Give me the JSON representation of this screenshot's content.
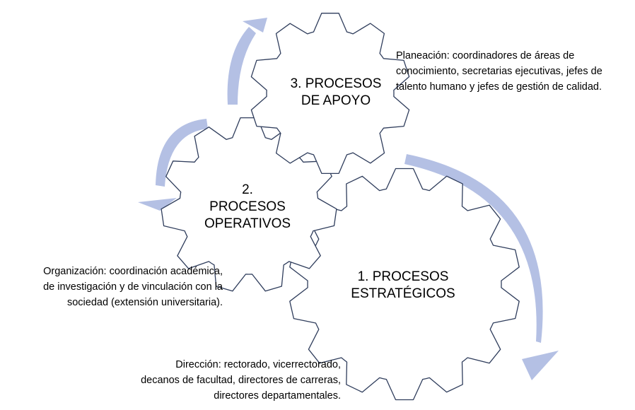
{
  "gears": [
    {
      "id": "estrategicos",
      "lines": [
        "1. PROCESOS",
        "ESTRATÉGICOS"
      ]
    },
    {
      "id": "operativos",
      "lines": [
        "2.",
        "PROCESOS",
        "OPERATIVOS"
      ]
    },
    {
      "id": "apoyo",
      "lines": [
        "3. PROCESOS",
        "DE APOYO"
      ]
    }
  ],
  "captions": {
    "planeacion": [
      "Planeación: coordinadores de áreas de",
      "conocimiento, secretarias ejecutivas, jefes de",
      "talento humano y jefes de gestión de calidad."
    ],
    "organizacion": [
      "Organización: coordinación académica,",
      "de investigación y de vinculación con la",
      "sociedad (extensión universitaria)."
    ],
    "direccion": [
      "Dirección: rectorado, vicerrectorado,",
      "decanos de facultad, directores de carreras,",
      "directores departamentales."
    ]
  },
  "colors": {
    "arrow": "#b4c0e4",
    "gear_stroke": "#2f3d5c",
    "gear_fill": "#ffffff"
  }
}
